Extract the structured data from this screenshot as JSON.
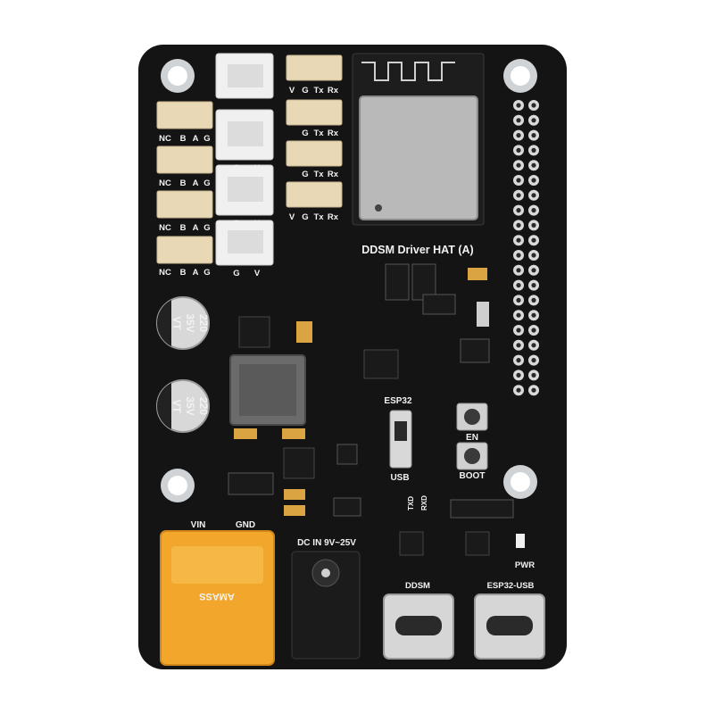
{
  "board": {
    "title": "DDSM Driver HAT (A)",
    "esp32_label": "ESP32",
    "usb_label": "USB",
    "en_label": "EN",
    "boot_label": "BOOT",
    "vin_label": "VIN",
    "gnd_label": "GND",
    "dc_in_label": "DC IN 9V~25V",
    "ddsm_label": "DDSM",
    "esp32_usb_label": "ESP32-USB",
    "pwr_label": "PWR",
    "txd_label": "TXD",
    "rxd_label": "RXD",
    "uart_pins": [
      "V",
      "G",
      "Tx",
      "Rx"
    ],
    "servo_pins": [
      "G",
      "V"
    ],
    "motor_pins": [
      "NC",
      "B",
      "A",
      "G"
    ],
    "cap_value": "220",
    "cap_voltage": "35V",
    "cap_series": "VT",
    "xt60_brand": "AMASS"
  },
  "colors": {
    "pcb": "#141414",
    "silk": "#f2f2f2",
    "gold": "#d9a441",
    "xt60": "#f2a62b",
    "connector_beige": "#e9d8b6",
    "connector_white": "#f0f0f0"
  }
}
